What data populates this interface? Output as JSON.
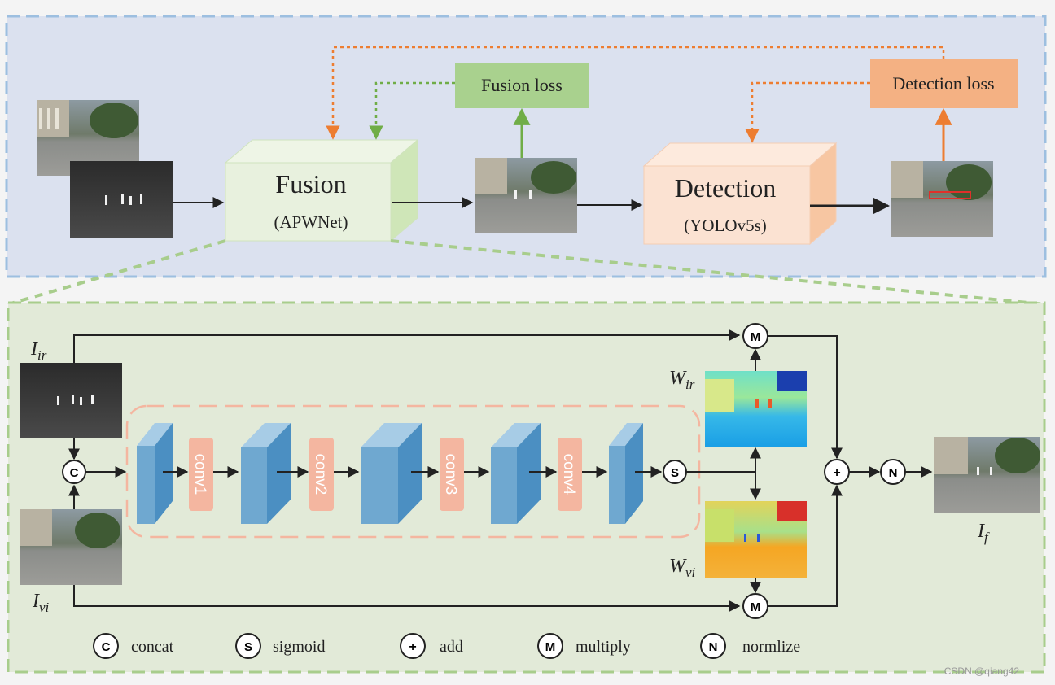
{
  "colors": {
    "top_panel_bg": "#dbe1ef",
    "top_panel_border": "#9dbfe0",
    "bottom_panel_bg": "#e2ead8",
    "bottom_panel_border": "#a8cd8c",
    "fusion_box": "#e8f1de",
    "detection_box": "#fbe2d2",
    "fusion_loss_box": "#a9d18e",
    "detection_loss_box": "#f4b183",
    "conv_box": "#f4b6a0",
    "feature_block": "#6fa8d0",
    "green_arrow": "#70ad47",
    "orange_arrow": "#ed7d31"
  },
  "top": {
    "fusion_title": "Fusion",
    "fusion_subtitle": "(APWNet)",
    "detection_title": "Detection",
    "detection_subtitle": "(YOLOv5s)",
    "fusion_loss": "Fusion loss",
    "detection_loss": "Detection loss"
  },
  "bottom": {
    "input_ir": {
      "base": "I",
      "sub": "ir"
    },
    "input_vi": {
      "base": "I",
      "sub": "vi"
    },
    "weight_ir": {
      "base": "W",
      "sub": "ir"
    },
    "weight_vi": {
      "base": "W",
      "sub": "vi"
    },
    "output": {
      "base": "I",
      "sub": "f"
    },
    "convs": [
      "conv1",
      "conv2",
      "conv3",
      "conv4"
    ],
    "ops": {
      "concat": "C",
      "sigmoid": "S",
      "add": "+",
      "multiply": "M",
      "normalize": "N"
    }
  },
  "legend": [
    {
      "symbol": "C",
      "label": "concat"
    },
    {
      "symbol": "S",
      "label": "sigmoid"
    },
    {
      "symbol": "+",
      "label": "add"
    },
    {
      "symbol": "M",
      "label": "multiply"
    },
    {
      "symbol": "N",
      "label": "normlize"
    }
  ],
  "watermark": "CSDN @qiang42"
}
